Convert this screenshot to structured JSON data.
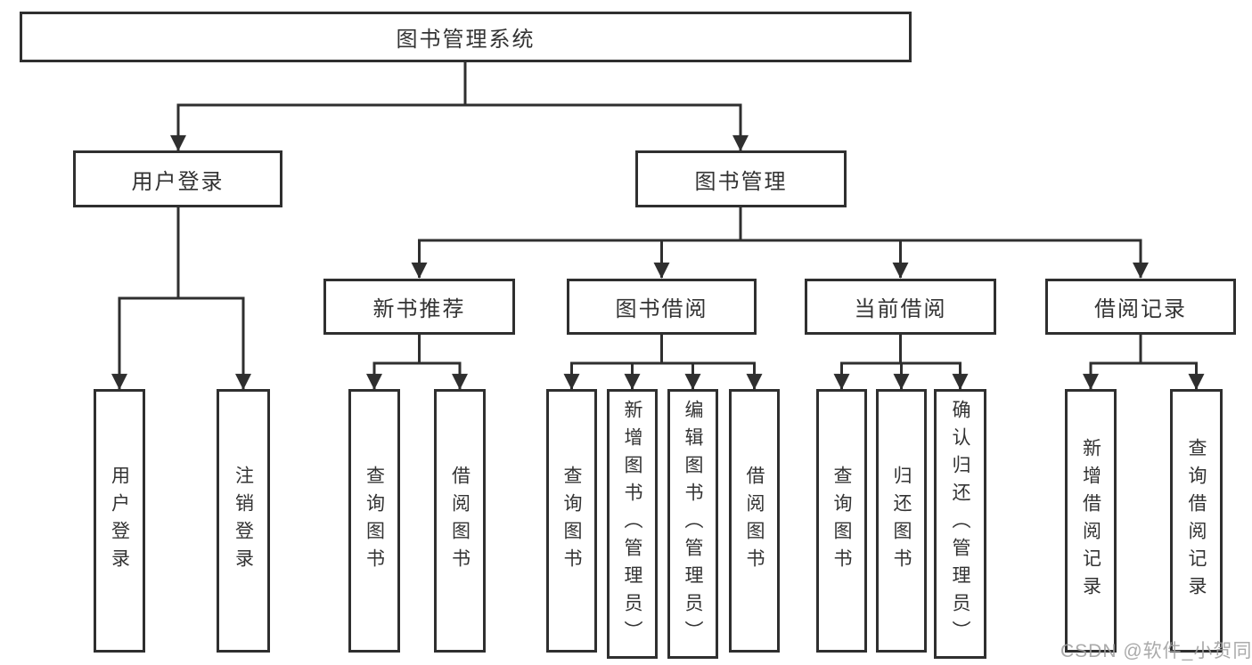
{
  "diagram": {
    "type": "hierarchy-tree",
    "title": "图书管理系统",
    "watermark": "CSDN @软件_小贺同学",
    "colors": {
      "line": "#2f2f2f",
      "box_border": "#2f2f2f",
      "box_fill": "#ffffff",
      "text": "#333333",
      "watermark": "#9e9e9e",
      "background": "#ffffff"
    },
    "root": {
      "label": "图书管理系统"
    },
    "branches": [
      {
        "label": "用户登录",
        "leaves": [
          {
            "label": "用户登录"
          },
          {
            "label": "注销登录"
          }
        ]
      },
      {
        "label": "图书管理",
        "groups": [
          {
            "label": "新书推荐",
            "leaves": [
              {
                "label": "查询图书"
              },
              {
                "label": "借阅图书"
              }
            ]
          },
          {
            "label": "图书借阅",
            "leaves": [
              {
                "label": "查询图书"
              },
              {
                "label": "新增图书（管理员）"
              },
              {
                "label": "编辑图书（管理员）"
              },
              {
                "label": "借阅图书"
              }
            ]
          },
          {
            "label": "当前借阅",
            "leaves": [
              {
                "label": "查询图书"
              },
              {
                "label": "归还图书"
              },
              {
                "label": "确认归还（管理员）"
              }
            ]
          },
          {
            "label": "借阅记录",
            "leaves": [
              {
                "label": "新增借阅记录"
              },
              {
                "label": "查询借阅记录"
              }
            ]
          }
        ]
      }
    ]
  }
}
